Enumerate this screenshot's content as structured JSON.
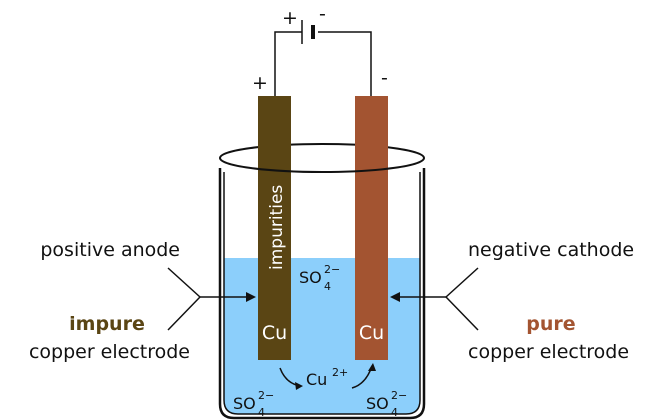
{
  "battery": {
    "positive_sign": "+",
    "negative_sign": "-"
  },
  "terminals": {
    "anode_sign": "+",
    "cathode_sign": "-"
  },
  "anode": {
    "impurities": "impurities",
    "symbol": "Cu",
    "label_line1": "positive anode",
    "label_strong": "impure",
    "label_line3": "copper electrode"
  },
  "cathode": {
    "symbol": "Cu",
    "label_line1": "negative cathode",
    "label_strong": "pure",
    "label_line3": "copper electrode"
  },
  "ions": {
    "sulfate_base": "SO",
    "sulfate_sub": "4",
    "sulfate_sup": "2−",
    "copper_base": "Cu",
    "copper_sup": "2+"
  },
  "colors": {
    "anode": "#5a4514",
    "cathode": "#a35431",
    "solution": "#8ccffb",
    "impure_text": "#5a4514",
    "pure_text": "#a35431"
  }
}
